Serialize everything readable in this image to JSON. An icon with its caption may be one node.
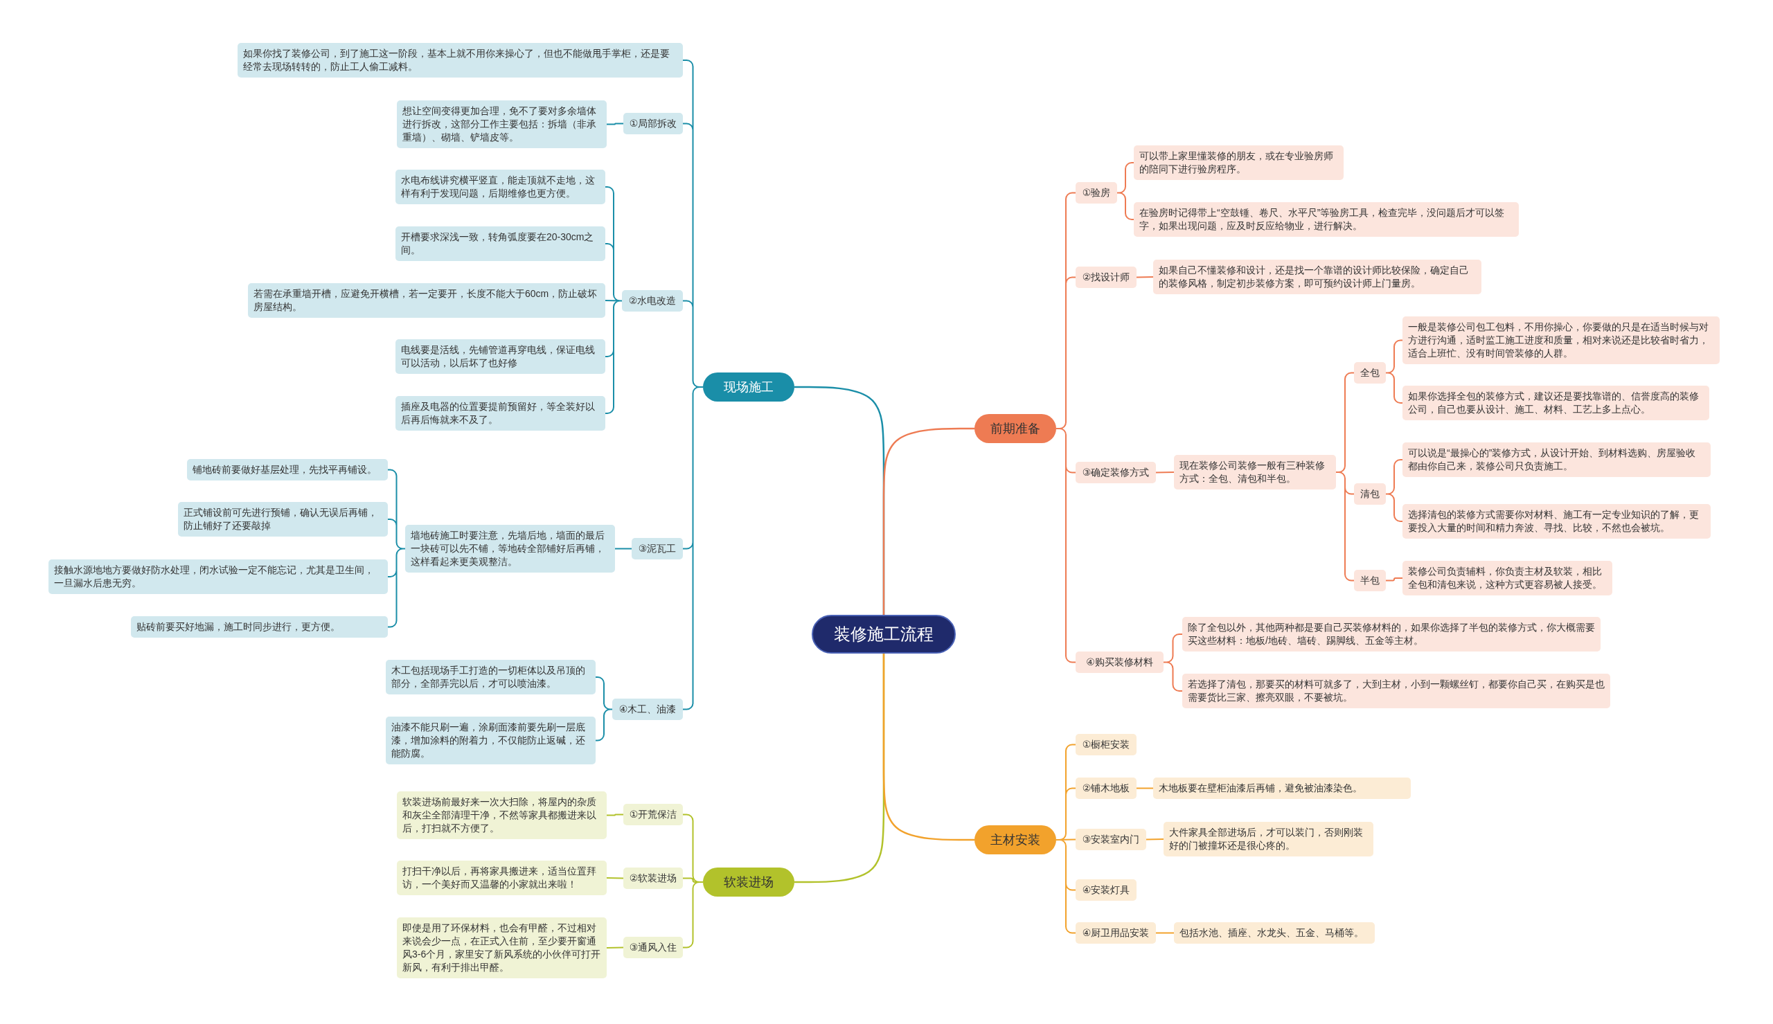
{
  "diagram": {
    "nodes": [
      {
        "text": [
          "装修施工流程"
        ]
      },
      {
        "text": [
          "现场施工"
        ]
      },
      {
        "text": [
          "如果你找了装修公司，到了施工这一阶段，基本上就不用你来操心了，但也不能做甩手掌柜，还是要经常去现场转转的，防止工人偷工减料。"
        ]
      },
      {
        "text": [
          "①局部拆改"
        ]
      },
      {
        "text": [
          "想让空间变得更加合理，免不了要对多余墙体进行拆改，这部分工作主要包括：拆墙（非承重墙）、砌墙、铲墙皮等。"
        ]
      },
      {
        "text": [
          "②水电改造"
        ]
      },
      {
        "text": [
          "水电布线讲究横平竖直，能走顶就不走地，这样有利于发现问题，后期维修也更方便。"
        ]
      },
      {
        "text": [
          "开槽要求深浅一致，转角弧度要在20-30cm之间。"
        ]
      },
      {
        "text": [
          "若需在承重墙开槽，应避免开横槽，若一定要开，长度不能大于60cm，防止破坏房屋结构。"
        ]
      },
      {
        "text": [
          "电线要是活线，先铺管道再穿电线，保证电线可以活动，以后坏了也好修"
        ]
      },
      {
        "text": [
          "插座及电器的位置要提前预留好，等全装好以后再后悔就来不及了。"
        ]
      },
      {
        "text": [
          "③泥瓦工"
        ]
      },
      {
        "text": [
          "墙地砖施工时要注意，先墙后地，墙面的最后一块砖可以先不铺，等地砖全部铺好后再铺，这样看起来更美观整洁。"
        ]
      },
      {
        "text": [
          "铺地砖前要做好基层处理，先找平再铺设。"
        ]
      },
      {
        "text": [
          "正式铺设前可先进行预铺，确认无误后再铺，防止铺好了还要敲掉"
        ]
      },
      {
        "text": [
          "接触水源地地方要做好防水处理，闭水试验一定不能忘记，尤其是卫生间，一旦漏水后患无穷。"
        ]
      },
      {
        "text": [
          "贴砖前要买好地漏，施工时同步进行，更方便。"
        ]
      },
      {
        "text": [
          "④木工、油漆"
        ]
      },
      {
        "text": [
          "木工包括现场手工打造的一切柜体以及吊顶的部分，全部弄完以后，才可以喷油漆。"
        ]
      },
      {
        "text": [
          "油漆不能只刷一遍，涂刷面漆前要先刷一层底漆，增加涂料的附着力，不仅能防止返碱，还能防腐。"
        ]
      },
      {
        "text": [
          "软装进场"
        ]
      },
      {
        "text": [
          "①开荒保洁"
        ]
      },
      {
        "text": [
          "软装进场前最好来一次大扫除，将屋内的杂质和灰尘全部清理干净，不然等家具都搬进来以后，打扫就不方便了。"
        ]
      },
      {
        "text": [
          "②软装进场"
        ]
      },
      {
        "text": [
          "打扫干净以后，再将家具搬进来，适当位置拜访，一个美好而又温馨的小家就出来啦！"
        ]
      },
      {
        "text": [
          "③通风入住"
        ]
      },
      {
        "text": [
          "即使是用了环保材料，也会有甲醛，不过相对来说会少一点，在正式入住前，至少要开窗通风3-6个月，家里安了新风系统的小伙伴可打开新风，有利于排出甲醛。"
        ]
      },
      {
        "text": [
          "前期准备"
        ]
      },
      {
        "text": [
          "①验房"
        ]
      },
      {
        "text": [
          "可以带上家里懂装修的朋友，或在专业验房师的陪同下进行验房程序。"
        ]
      },
      {
        "text": [
          "在验房时记得带上“空鼓锤、卷尺、水平尺”等验房工具，检查完毕，没问题后才可以签字，如果出现问题，应及时反应给物业，进行解决。"
        ]
      },
      {
        "text": [
          "②找设计师"
        ]
      },
      {
        "text": [
          "如果自己不懂装修和设计，还是找一个靠谱的设计师比较保险，确定自己的装修风格，制定初步装修方案，即可预约设计师上门量房。"
        ]
      },
      {
        "text": [
          "③确定装修方式"
        ]
      },
      {
        "text": [
          "现在装修公司装修一般有三种装修方式：全包、清包和半包。"
        ]
      },
      {
        "text": [
          "全包"
        ]
      },
      {
        "text": [
          "一般是装修公司包工包料，不用你操心，你要做的只是在适当时候与对方进行沟通，适时监工施工进度和质量，相对来说还是比较省时省力，适合上班忙、没有时间管装修的人群。"
        ]
      },
      {
        "text": [
          "如果你选择全包的装修方式，建议还是要找靠谱的、信誉度高的装修公司，自己也要从设计、施工、材料、工艺上多上点心。"
        ]
      },
      {
        "text": [
          "清包"
        ]
      },
      {
        "text": [
          "可以说是“最操心的”装修方式，从设计开始、到材料选购、房屋验收都由你自己来，装修公司只负责施工。"
        ]
      },
      {
        "text": [
          "选择清包的装修方式需要你对材料、施工有一定专业知识的了解，更要投入大量的时间和精力奔波、寻找、比较，不然也会被坑。"
        ]
      },
      {
        "text": [
          "半包"
        ]
      },
      {
        "text": [
          "装修公司负责辅料，你负责主材及软装，相比全包和清包来说，这种方式更容易被人接受。"
        ]
      },
      {
        "text": [
          "④购买装修材料"
        ]
      },
      {
        "text": [
          "除了全包以外，其他两种都是要自己买装修材料的，如果你选择了半包的装修方式，你大概需要买这些材料：地板/地砖、墙砖、踢脚线、五金等主材。"
        ]
      },
      {
        "text": [
          "若选择了清包，那要买的材料可就多了，大到主材，小到一颗螺丝钉，都要你自己买，在购买是也需要货比三家、擦亮双眼，不要被坑。"
        ]
      },
      {
        "text": [
          "主材安装"
        ]
      },
      {
        "text": [
          "①橱柜安装"
        ]
      },
      {
        "text": [
          "②铺木地板"
        ]
      },
      {
        "text": [
          "木地板要在壁柜油漆后再铺，避免被油漆染色。"
        ]
      },
      {
        "text": [
          "③安装室内门"
        ]
      },
      {
        "text": [
          "大件家具全部进场后，才可以装门，否则刚装好的门被撞坏还是很心疼的。"
        ]
      },
      {
        "text": [
          "④安装灯具"
        ]
      },
      {
        "text": [
          "④厨卫用品安装"
        ]
      },
      {
        "text": [
          "包括水池、插座、水龙头、五金、马桶等。"
        ]
      }
    ],
    "edges": [
      {
        "from": 0,
        "to": 1,
        "arrow": "none"
      },
      {
        "from": 1,
        "to": 2,
        "arrow": "none"
      },
      {
        "from": 1,
        "to": 3,
        "arrow": "none"
      },
      {
        "from": 3,
        "to": 4,
        "arrow": "none"
      },
      {
        "from": 1,
        "to": 5,
        "arrow": "none"
      },
      {
        "from": 5,
        "to": 6,
        "arrow": "none"
      },
      {
        "from": 5,
        "to": 7,
        "arrow": "none"
      },
      {
        "from": 5,
        "to": 8,
        "arrow": "none"
      },
      {
        "from": 5,
        "to": 9,
        "arrow": "none"
      },
      {
        "from": 5,
        "to": 10,
        "arrow": "none"
      },
      {
        "from": 1,
        "to": 11,
        "arrow": "none"
      },
      {
        "from": 11,
        "to": 12,
        "arrow": "none"
      },
      {
        "from": 12,
        "to": 13,
        "arrow": "none"
      },
      {
        "from": 12,
        "to": 14,
        "arrow": "none"
      },
      {
        "from": 12,
        "to": 15,
        "arrow": "none"
      },
      {
        "from": 12,
        "to": 16,
        "arrow": "none"
      },
      {
        "from": 1,
        "to": 17,
        "arrow": "none"
      },
      {
        "from": 17,
        "to": 18,
        "arrow": "none"
      },
      {
        "from": 17,
        "to": 19,
        "arrow": "none"
      },
      {
        "from": 0,
        "to": 20,
        "arrow": "none",
        "color": "#b2c22b"
      },
      {
        "from": 20,
        "to": 21,
        "arrow": "none",
        "color": "#b2c22b"
      },
      {
        "from": 21,
        "to": 22,
        "arrow": "none",
        "color": "#b2c22b"
      },
      {
        "from": 20,
        "to": 23,
        "arrow": "none",
        "color": "#b2c22b"
      },
      {
        "from": 23,
        "to": 24,
        "arrow": "none",
        "color": "#b2c22b"
      },
      {
        "from": 20,
        "to": 25,
        "arrow": "none",
        "color": "#b2c22b"
      },
      {
        "from": 25,
        "to": 26,
        "arrow": "none",
        "color": "#b2c22b"
      },
      {
        "from": 0,
        "to": 27,
        "arrow": "none",
        "color": "#ee7b53"
      },
      {
        "from": 27,
        "to": 28,
        "arrow": "none",
        "color": "#ee7b53"
      },
      {
        "from": 28,
        "to": 29,
        "arrow": "none",
        "color": "#ee7b53"
      },
      {
        "from": 28,
        "to": 30,
        "arrow": "none",
        "color": "#ee7b53"
      },
      {
        "from": 27,
        "to": 31,
        "arrow": "none",
        "color": "#ee7b53"
      },
      {
        "from": 31,
        "to": 32,
        "arrow": "none",
        "color": "#ee7b53"
      },
      {
        "from": 27,
        "to": 33,
        "arrow": "none",
        "color": "#ee7b53"
      },
      {
        "from": 33,
        "to": 34,
        "arrow": "none",
        "color": "#ee7b53"
      },
      {
        "from": 34,
        "to": 35,
        "arrow": "none",
        "color": "#ee7b53"
      },
      {
        "from": 35,
        "to": 36,
        "arrow": "none",
        "color": "#ee7b53"
      },
      {
        "from": 35,
        "to": 37,
        "arrow": "none",
        "color": "#ee7b53"
      },
      {
        "from": 34,
        "to": 38,
        "arrow": "none",
        "color": "#ee7b53"
      },
      {
        "from": 38,
        "to": 39,
        "arrow": "none",
        "color": "#ee7b53"
      },
      {
        "from": 38,
        "to": 40,
        "arrow": "none",
        "color": "#ee7b53"
      },
      {
        "from": 34,
        "to": 41,
        "arrow": "none",
        "color": "#ee7b53"
      },
      {
        "from": 41,
        "to": 42,
        "arrow": "none",
        "color": "#ee7b53"
      },
      {
        "from": 27,
        "to": 43,
        "arrow": "none",
        "color": "#ee7b53"
      },
      {
        "from": 43,
        "to": 44,
        "arrow": "none",
        "color": "#ee7b53"
      },
      {
        "from": 43,
        "to": 45,
        "arrow": "none",
        "color": "#ee7b53"
      },
      {
        "from": 0,
        "to": 46,
        "arrow": "none",
        "color": "#f2a22c"
      },
      {
        "from": 46,
        "to": 47,
        "arrow": "none",
        "color": "#f2a22c"
      },
      {
        "from": 46,
        "to": 48,
        "arrow": "none",
        "color": "#f2a22c"
      },
      {
        "from": 48,
        "to": 49,
        "arrow": "none",
        "color": "#f2a22c"
      },
      {
        "from": 46,
        "to": 50,
        "arrow": "none",
        "color": "#f2a22c"
      },
      {
        "from": 50,
        "to": 51,
        "arrow": "none",
        "color": "#f2a22c"
      },
      {
        "from": 46,
        "to": 52,
        "arrow": "none",
        "color": "#f2a22c"
      },
      {
        "from": 46,
        "to": 53,
        "arrow": "none",
        "color": "#f2a22c"
      },
      {
        "from": 53,
        "to": 54,
        "arrow": "none",
        "color": "#f2a22c"
      }
    ]
  }
}
